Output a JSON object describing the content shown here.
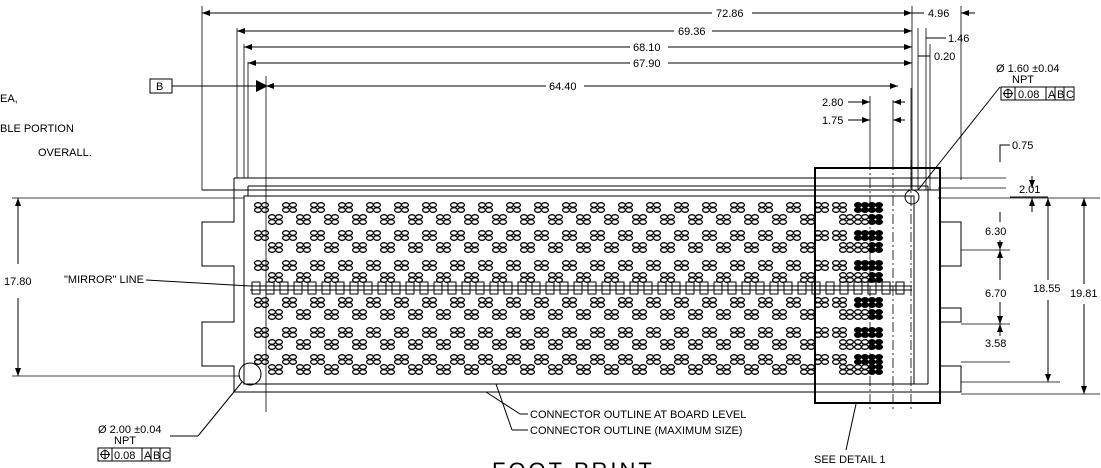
{
  "notes": {
    "line1": "EA,",
    "line2": "BLE PORTION",
    "line3": "OVERALL."
  },
  "datum_b": "B",
  "dimensions": {
    "top_7286": "72.86",
    "top_6936": "69.36",
    "top_6810": "68.10",
    "top_6790": "67.90",
    "top_6440": "64.40",
    "right_496": "4.96",
    "right_146": "1.46",
    "right_020": "0.20",
    "right_280": "2.80",
    "right_175": "1.75",
    "right_075": "0.75",
    "right_201": "2.01",
    "right_630": "6.30",
    "right_670": "6.70",
    "right_358": "3.58",
    "right_1855": "18.55",
    "right_1981": "19.81",
    "left_1780": "17.80"
  },
  "hole_top": {
    "diameter": "Ø 1.60 ±0.04",
    "npt": "NPT",
    "tol_value": "0.08",
    "datum_a": "A",
    "datum_b": "B",
    "datum_c": "C"
  },
  "hole_bottom": {
    "diameter": "Ø 2.00 ±0.04",
    "npt": "NPT",
    "tol_value": "0.08",
    "datum_a": "A",
    "datum_b": "B",
    "datum_c": "C"
  },
  "labels": {
    "mirror_line": "\"MIRROR\" LINE",
    "outline_board": "CONNECTOR OUTLINE AT BOARD LEVEL",
    "outline_max": "CONNECTOR OUTLINE (MAXIMUM SIZE)",
    "see_detail": "SEE DETAIL 1",
    "footprint": "FOOT PRINT"
  }
}
